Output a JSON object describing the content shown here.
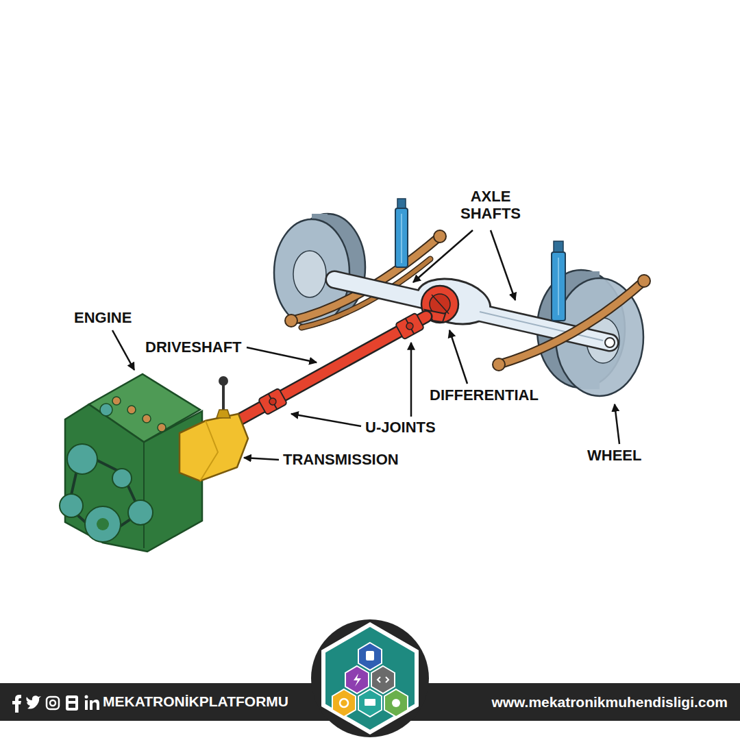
{
  "diagram": {
    "labels": [
      "AXLE SHAFTS",
      "ENGINE",
      "DRIVESHAFT",
      "DIFFERENTIAL",
      "U-JOINTS",
      "TRANSMISSION",
      "WHEEL",
      "MEKATRONİKPLATFORMU",
      "www.mekatronikmuhendisligi.com"
    ]
  }
}
